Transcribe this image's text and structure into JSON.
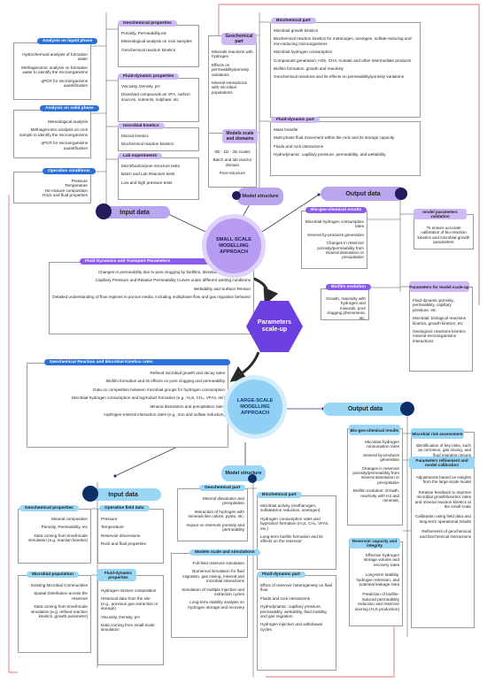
{
  "colors": {
    "purple_light": "#cdb9f6",
    "purple_dark": "#8c5cf0",
    "blue_light": "#9ad6f6",
    "blue_dark": "#2a72d8",
    "hex_fill": "#6b3fe0",
    "link_red": "#d84a4a"
  },
  "small_scale": {
    "center_label": "SMALL-SCALE MODELLING APPROACH",
    "input_data": "Input data",
    "model_structure": "Model structure",
    "output_data": "Output data",
    "liquid_phase": {
      "title": "Analysis on liquid phase",
      "items": [
        "Hydrochemical analysis of formation water",
        "Methagenomic analysis on formation water to identify the microorganisms",
        "qPCR for microorganisms quantification"
      ]
    },
    "solid_phase": {
      "title": "Analysis on solid phase",
      "items": [
        "Mineralogical analysis",
        "Methagenomic analysis on rock sample to identify the microorganisms",
        "qPCR for microorganisms quantification"
      ]
    },
    "operative": {
      "title": "Operative conditions",
      "items": [
        "Pressure",
        "Temperature",
        "H2-mixture composition",
        "Rock and fluid properties"
      ]
    },
    "geochem_props": {
      "title": "Geochemical properties",
      "items": [
        "Porosity, Permeability,etc",
        "Mineralogical analysis on rock samples",
        "Geochemical reaction kinetics"
      ]
    },
    "fluid_props": {
      "title": "Fluid-dynamic properties",
      "items": [
        "Viscosity, Density, pH",
        "Dissolved compounds as VFA, carbon sources, nutrients, sulphate, etc"
      ]
    },
    "microbial_kinetics": {
      "title": "microbial kinetics",
      "items": [
        "Monod kinetics",
        "Biochemical reaction kinetics"
      ]
    },
    "lab_experiments": {
      "title": "Lab experiments",
      "items": [
        "Microfluidics/pore structure tests",
        "Batch and Lab Reactors tests",
        "Low and high pressure tests"
      ]
    },
    "geochem_part": {
      "title": "Geochemical part",
      "items": [
        "Minerals reactions with hydrogen",
        "Effects on permeability/porosity variations",
        "Mineral interactions with microbial populations"
      ]
    },
    "models_scale": {
      "title": "Models scale and domains",
      "items": [
        "0D - 1D - 2D scales",
        "Batch and lab reactor domain",
        "Pore-structure"
      ]
    },
    "biochem_part": {
      "title": "Biochemical part",
      "items": [
        "Microbial growth kinetics",
        "Biochemical reaction kinetics for metanogen, acetogen, sulfate-reducing and iron-reducing microorganisms",
        "Microbial hydrogen consumption",
        "Compounds generation: H2S, CH4, Acetate and other intermediate products",
        "Biofilm formation, growth and reactivity",
        "Geochemical reactions and its effects on permeability/porosity variations"
      ]
    },
    "fluid_part": {
      "title": "Fluid-dynamic part",
      "items": [
        "Mass transfer",
        "Multi-phase fluid movement within the rock and its storage capacity",
        "Fluids and rock interactions",
        "Hydrodynamic: capillary pressure, permeability, and wettability"
      ]
    },
    "bio_geo_results": {
      "title": "Bio-geo-chemical results",
      "items": [
        "Microbial hydrogen consumption rates",
        "Several by-products generation",
        "Changes in reservoir porosity/permeability from mineral dissolution or precipitation"
      ]
    },
    "validation": {
      "title": "model parameters validation",
      "items": [
        "To ensure accurate calibration of bio-reaction kinetics and microbial growth parameters"
      ]
    },
    "biofilm": {
      "title": "Biofilm evolution",
      "items": [
        "Growth, reactivity with hydrogen and minerals, pore clogging phenomena, etc."
      ]
    },
    "params_scaleup": {
      "title": "Parameters for model scale-up",
      "items": [
        "Fluid-dynamic:porosity, permeability, capillary pressure, etc",
        "Microbial: biological reactions kinetics, growth kinetics, etc",
        "Geological: reactions kinetics, mineral-microorganisms interactions"
      ]
    }
  },
  "scale_up": {
    "label": "Parameters scale-up",
    "fluid_transport": {
      "title": "Fluid Dynamics and Transport Parameters",
      "items": [
        "Changes in permeability due to pore clogging by biofilms, dissolution, or precipitation",
        "Capillary Pressure and Relative Permeability Curves under different wetting conditions",
        "Wettability and Surface Tension",
        "Detailed understanding of flow regimes in porous media, including multiphase flow and gas migration behavior"
      ]
    },
    "geo_reaction": {
      "title": "Geochemical Reaction and Microbial Kinetics rates",
      "items": [
        "Refined microbial growth and decay rates",
        "Biofilm formation and its effects on pore clogging and permeability",
        "Data on competition between microbial groups for hydrogen consumption",
        "Microbial hydrogen consumption and byproduct formation (e.g., H₂S, CH₄, VFAs, etc)",
        "Mineral dissolution and precipitation rates",
        "Hydrogen-mineral interaction rates (e.g., iron  and sulfate reduction)"
      ]
    }
  },
  "large_scale": {
    "center_label": "LARGE-SCALE MODELLING APPROACH",
    "input_data": "Input data",
    "model_structure": "Model structure",
    "output_data": "Output data",
    "geochem_props": {
      "title": "Geochemical properties",
      "items": [
        "Mineral composition",
        "Porosity, Permeability, etc",
        "Data coming from small-scale simulation (e.g. reaction kinetics)"
      ]
    },
    "operative_field": {
      "title": "Operative field data",
      "items": [
        "Pressure",
        "Temperature",
        "Reservoir dimensions",
        "Rock and fluid properties"
      ]
    },
    "microbial_pop": {
      "title": "Microbial population",
      "items": [
        "Existing Microbial Communities",
        "Spatial Distribution across the reservoir",
        "Data coming from small-scale simulation (e.g. refined reaction kinetics, growth parameter)"
      ]
    },
    "fluid_props": {
      "title": "Fluid-dynamic properties",
      "items": [
        "Hydrogen-mixture composition",
        "Historical data from the site (e.g., previous gas extraction or storage)",
        "Viscosity, Density, pH",
        "Data coming from small-scale simulation"
      ]
    },
    "geochem_part": {
      "title": "Geochemical part",
      "items": [
        "Mineral dissolution and precipitation",
        "Interaction of hydrogen with minerals like calcite, pyrite, etc.",
        "Impact on reservoir porosity and permeability"
      ]
    },
    "models_scale": {
      "title": "Models scale and simulations",
      "items": [
        "Full-field reservoir simulation",
        "Numerical simulation for fluid migration, gas mixing, mineral and microbial interactions",
        "Simulation of multiple injection and extraction cycles",
        "Long-term stability analysis on hydrogen storage and recovery"
      ]
    },
    "biochem_part": {
      "title": "Biochemical part",
      "items": [
        "Microbial activity (methanogen, sulfate&iron reduction, acetogen)",
        "Hydrogen consumption rates and byproduct formation (H₂S, CH₄, VFAs, etc.)",
        "Long-term biofilm formation and its effects on the reservoir"
      ]
    },
    "fluid_part": {
      "title": "Fluid-dynamic part",
      "items": [
        "Effect of reservoir heterogeneity on fluid flow",
        "Fluids and rock interactions",
        "Hydrodynamic: capillary pressure, permeability, wettability, fluid mobility, and gas migration",
        "Hydrogen injection and withdrawal cycles"
      ]
    },
    "bio_geo_results": {
      "title": "Bio-geo-chemical results",
      "items": [
        "Microbial hydrogen consumption rates",
        "Several by-products generation",
        "Changes in reservoir porosity/permeability from mineral dissolution or precipitation",
        "Biofilm evolution: Growth, reactivity with H2 and minerals,"
      ]
    },
    "risk": {
      "title": "Microbial risk assessment",
      "items": [
        "Identification of key risks, such as corrosion, gas mixing, and fluid migration issues"
      ]
    },
    "refinement": {
      "title": "Parameters refinement and model calibration",
      "items": [
        "Adjustments based on insights from the large-scale model",
        "Iterative feedback to improve microbial growth/kinetics rates and mineral reaction kinetics at the small scale",
        "Calibration using field data and long-term operational results",
        "Refinement of geochemical and biochemical interactions"
      ]
    },
    "capacity": {
      "title": "Reservoir capacity and integrity",
      "items": [
        "Effective hydrogen storage volume and recovery rates",
        "Long-term stability, hydrogen retention, and potential leakage risks",
        "Prediction of biofilm-induced permeability reduction and reservoir souring (H₂S production)"
      ]
    }
  }
}
